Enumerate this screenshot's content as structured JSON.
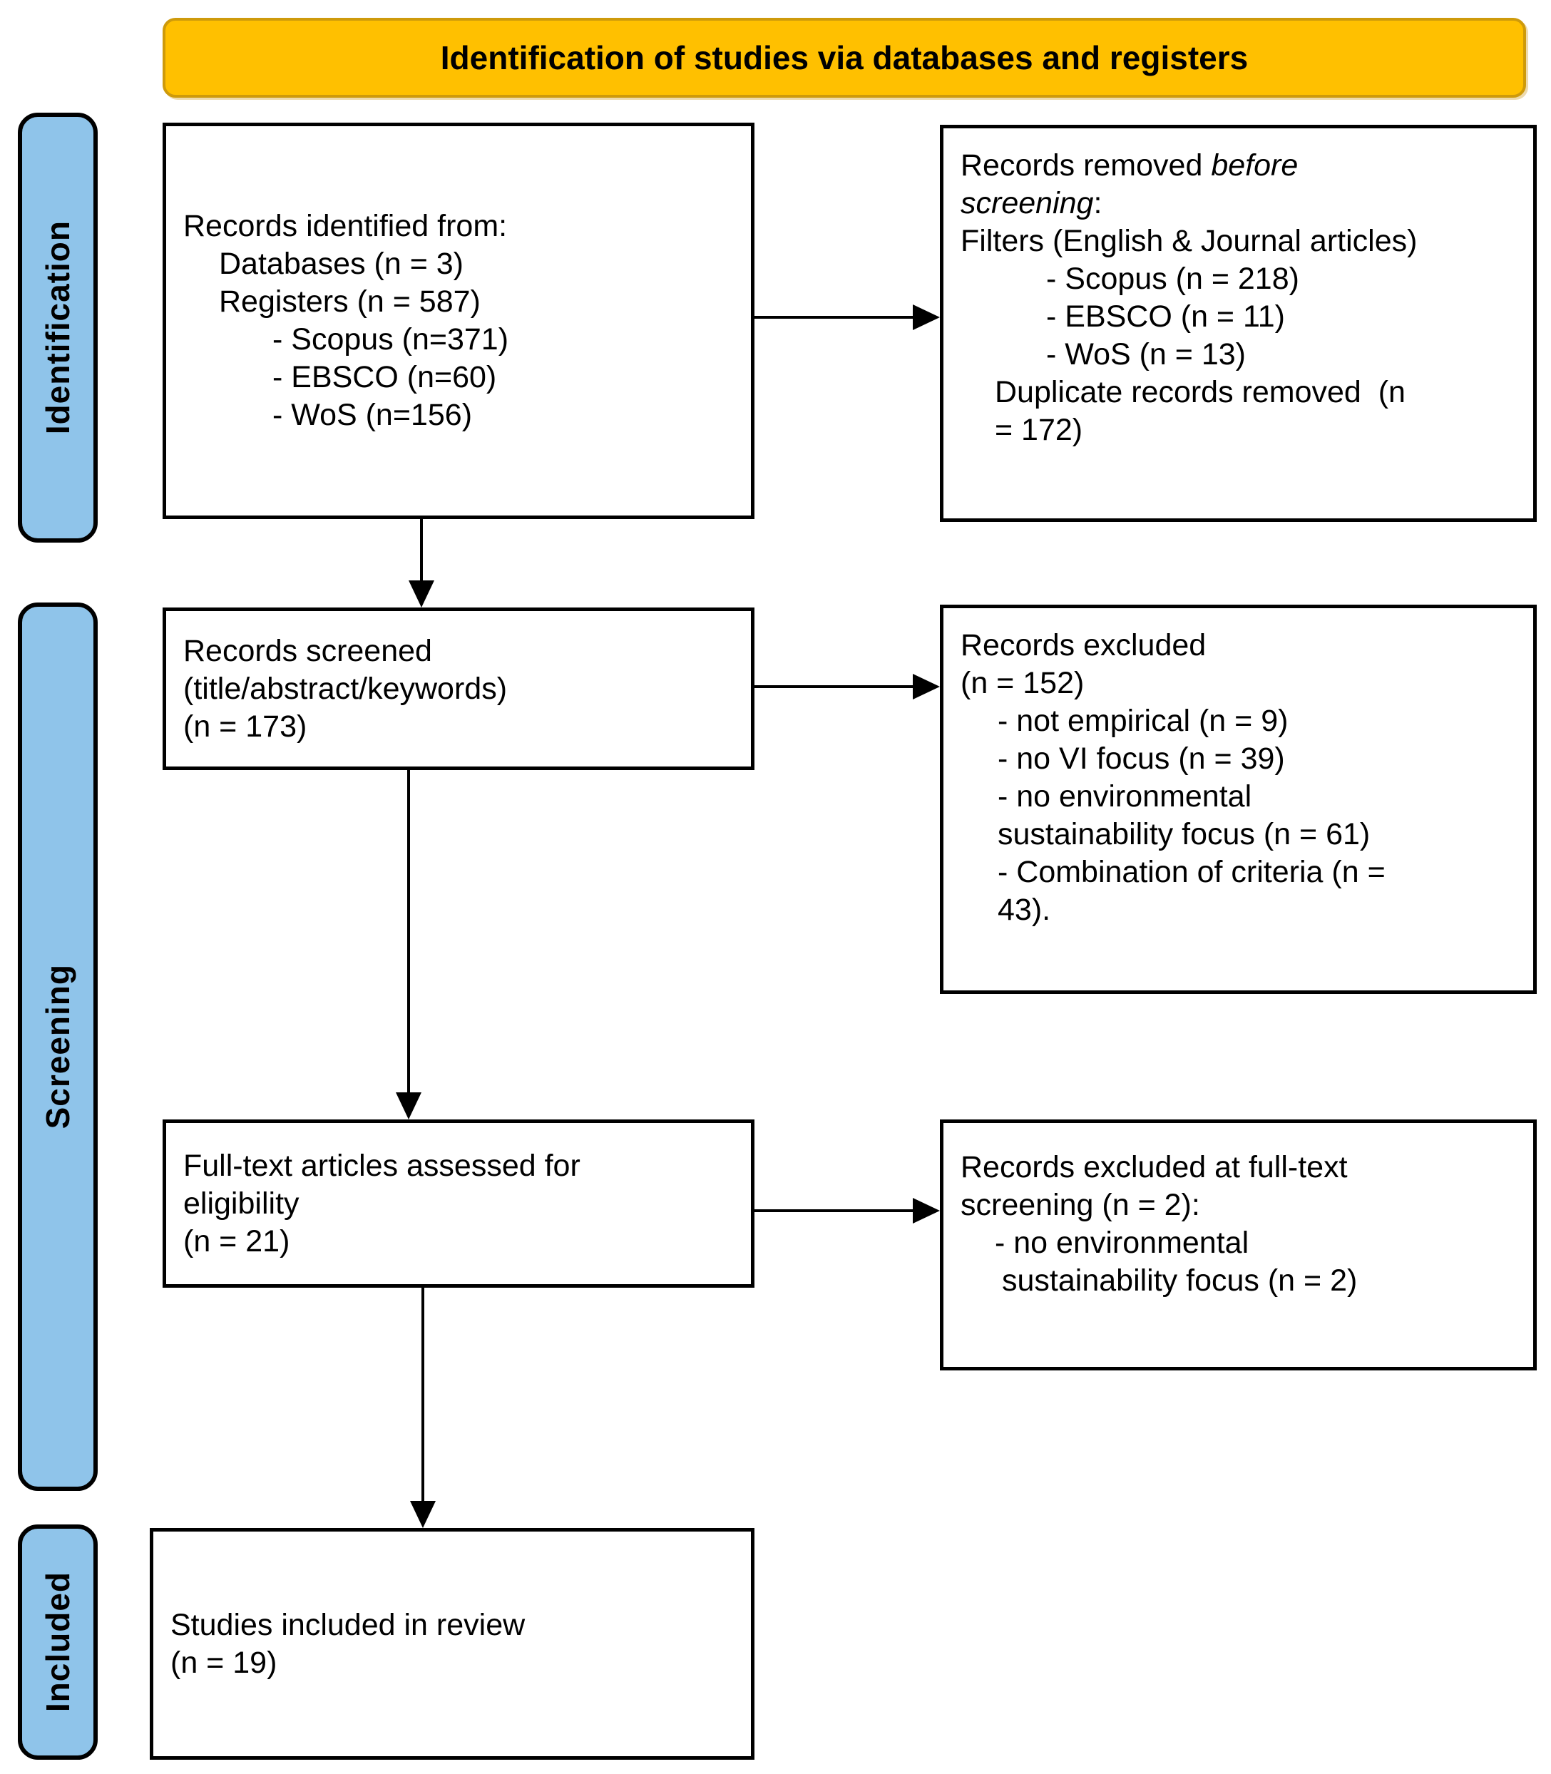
{
  "title": "Identification of studies via databases and registers",
  "colors": {
    "title_bg": "#FFC000",
    "title_border": "#CE9A0B",
    "sidebar_bg": "#8FC4EA",
    "box_border": "#000000",
    "arrow": "#000000",
    "text": "#000000"
  },
  "sidebar": {
    "identification": "Identification",
    "screening": "Screening",
    "included": "Included"
  },
  "boxes": {
    "identified": {
      "lines": [
        "Records identified from:",
        "Databases (n = 3)",
        "Registers (n = 587)",
        "- Scopus (n=371)",
        "- EBSCO (n=60)",
        "- WoS (n=156)"
      ]
    },
    "removed": {
      "head_normal": "Records removed ",
      "head_italic": "before",
      "head2_italic": "screening",
      "head2_suffix": ":",
      "lines": [
        "Filters (English & Journal articles)",
        "- Scopus (n = 218)",
        "- EBSCO (n = 11)",
        "- WoS (n = 13)",
        "Duplicate records removed  (n",
        "= 172)"
      ]
    },
    "screened": {
      "lines": [
        "Records screened",
        "(title/abstract/keywords)",
        "(n = 173)"
      ]
    },
    "excluded": {
      "lines": [
        "Records excluded",
        "(n = 152)",
        "- not empirical (n = 9)",
        "- no VI focus (n = 39)",
        "- no environmental",
        "sustainability focus (n = 61)",
        "- Combination of criteria (n =",
        "43)."
      ]
    },
    "fulltext": {
      "lines": [
        "Full-text articles assessed for",
        "eligibility",
        "(n = 21)"
      ]
    },
    "excluded_fulltext": {
      "lines": [
        "Records excluded at full-text",
        "screening (n = 2):",
        "- no environmental",
        "sustainability focus (n = 2)"
      ]
    },
    "included": {
      "lines": [
        "Studies included in review",
        "(n = 19)"
      ]
    }
  }
}
